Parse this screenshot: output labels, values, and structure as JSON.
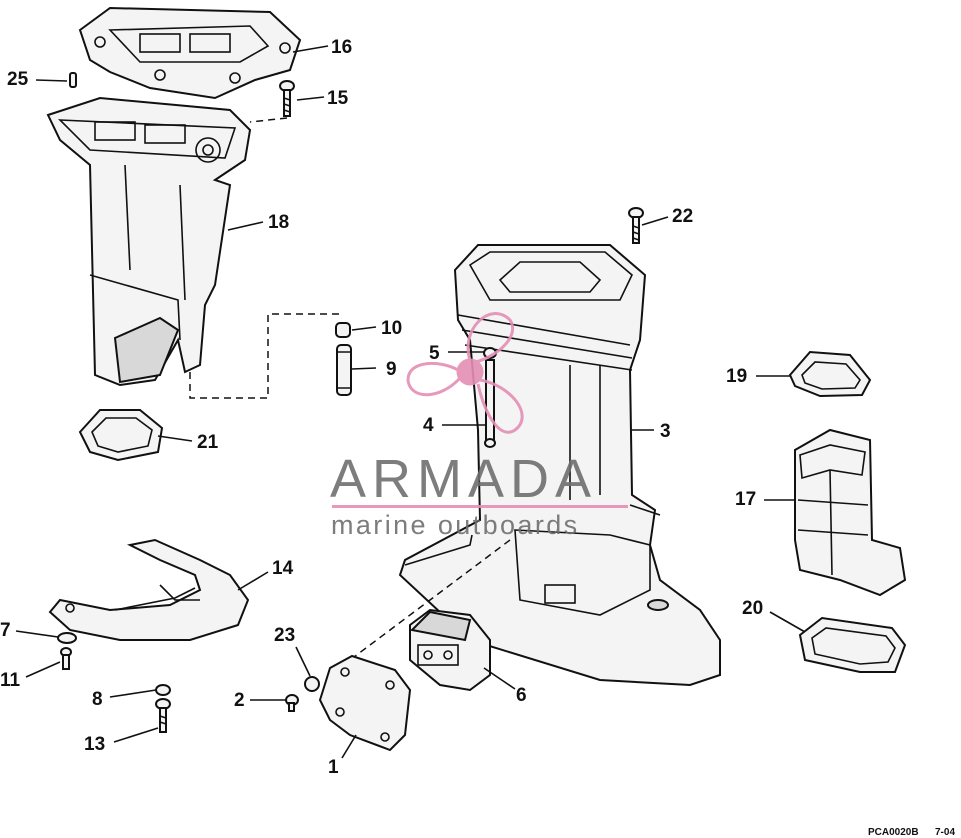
{
  "diagram": {
    "callouts": {
      "c1": "1",
      "c2": "2",
      "c3": "3",
      "c4": "4",
      "c5": "5",
      "c6": "6",
      "c7": "7",
      "c8": "8",
      "c9": "9",
      "c10": "10",
      "c11": "11",
      "c13": "13",
      "c14": "14",
      "c15": "15",
      "c16": "16",
      "c17": "17",
      "c18": "18",
      "c19": "19",
      "c20": "20",
      "c21": "21",
      "c22": "22",
      "c23": "23",
      "c25": "25"
    },
    "footer": {
      "code": "PCA0020B",
      "page": "7-04"
    }
  },
  "watermark": {
    "brand": "ARMADA",
    "tagline": "marine outboards",
    "logo_color": "#e58fb5",
    "text_color": "#6f6f6f"
  }
}
